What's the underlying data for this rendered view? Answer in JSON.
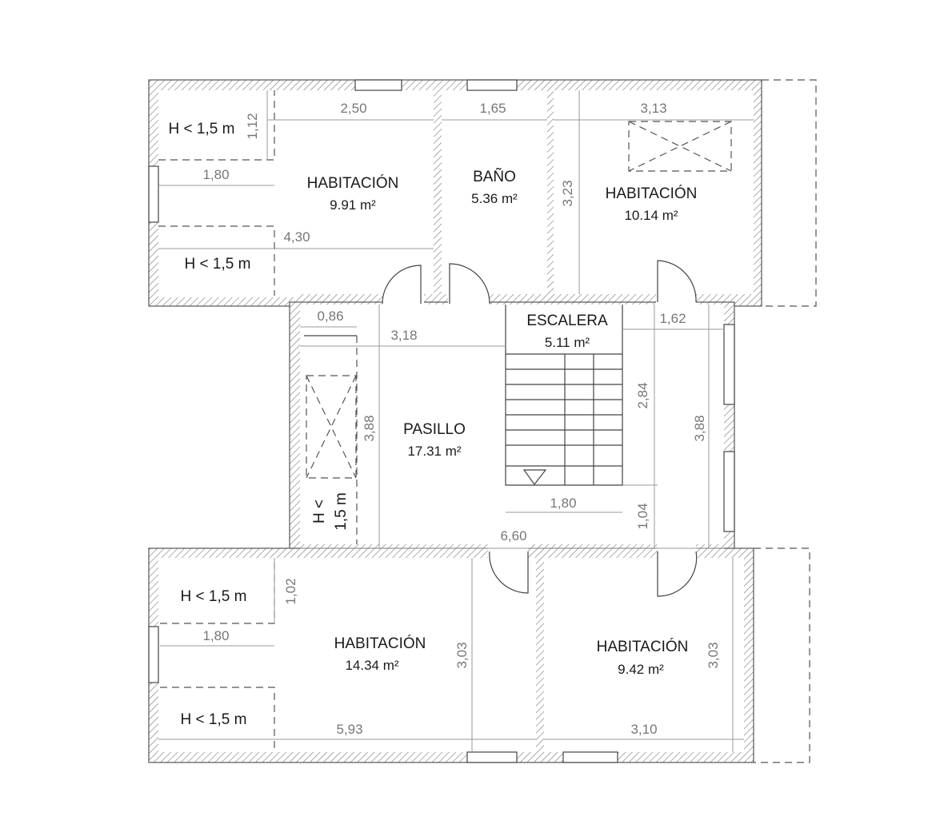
{
  "rooms": {
    "bed_top_left": {
      "name": "HABITACIÓN",
      "area": "9.91 m²"
    },
    "bath": {
      "name": "BAÑO",
      "area": "5.36 m²"
    },
    "bed_top_right": {
      "name": "HABITACIÓN",
      "area": "10.14 m²"
    },
    "stairs": {
      "name": "ESCALERA",
      "area": "5.11 m²"
    },
    "hall": {
      "name": "PASILLO",
      "area": "17.31 m²"
    },
    "bed_bottom_left": {
      "name": "HABITACIÓN",
      "area": "14.34 m²"
    },
    "bed_bottom_right": {
      "name": "HABITACIÓN",
      "area": "9.42 m²"
    }
  },
  "low_height": {
    "label": "H < 1,5 m",
    "vertical_line1": "H <",
    "vertical_line2": "1,5 m"
  },
  "dimensions": {
    "d_1_12": "1,12",
    "d_2_50": "2,50",
    "d_1_65": "1,65",
    "d_3_13": "3,13",
    "d_1_80_top": "1,80",
    "d_4_30": "4,30",
    "d_3_23": "3,23",
    "d_0_86": "0,86",
    "d_3_18": "3,18",
    "d_1_62": "1,62",
    "d_3_88_left": "3,88",
    "d_2_84": "2,84",
    "d_3_88_right": "3,88",
    "d_1_80_stair": "1,80",
    "d_1_04": "1,04",
    "d_6_60": "6,60",
    "d_1_02": "1,02",
    "d_1_80_bottom": "1,80",
    "d_3_03_left": "3,03",
    "d_3_03_right": "3,03",
    "d_5_93": "5,93",
    "d_3_10": "3,10"
  },
  "colors": {
    "wall_hatch": "#555555",
    "dimension": "#777777",
    "text": "#1a1a1a"
  }
}
